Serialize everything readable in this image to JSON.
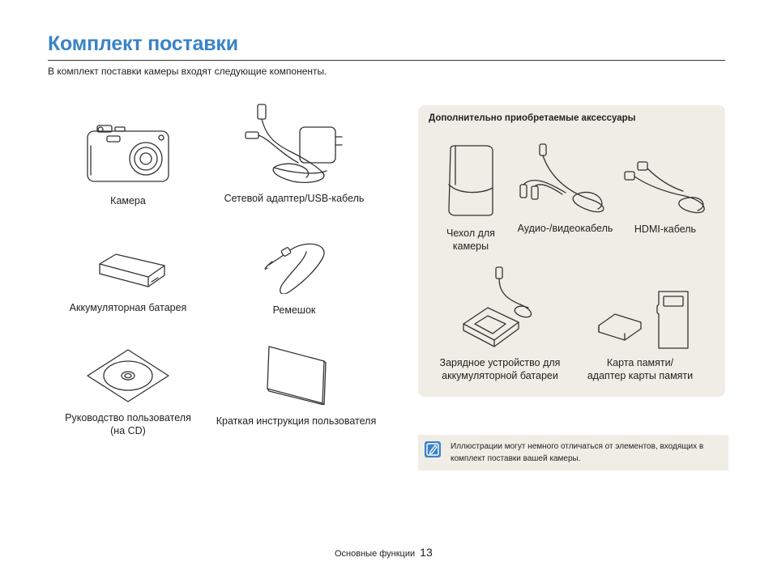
{
  "page": {
    "title": "Комплект поставки",
    "intro": "В комплект поставки камеры входят следующие компоненты."
  },
  "items": [
    {
      "label": "Камера",
      "icon": "camera-icon"
    },
    {
      "label": "Сетевой адаптер/USB-кабель",
      "icon": "adapter-cable-icon"
    },
    {
      "label": "Аккумуляторная батарея",
      "icon": "battery-icon"
    },
    {
      "label": "Ремешок",
      "icon": "strap-icon"
    },
    {
      "label_line1": "Руководство пользователя",
      "label_line2": "(на CD)",
      "icon": "cd-icon"
    },
    {
      "label": "Краткая инструкция пользователя",
      "icon": "booklet-icon"
    }
  ],
  "accessories": {
    "title": "Дополнительно приобретаемые аксессуары",
    "items": [
      {
        "label_line1": "Чехол для",
        "label_line2": "камеры",
        "icon": "case-icon"
      },
      {
        "label": "Аудио-/видеокабель",
        "icon": "av-cable-icon"
      },
      {
        "label": "HDMI-кабель",
        "icon": "hdmi-cable-icon"
      },
      {
        "label_line1": "Зарядное устройство для",
        "label_line2": "аккумуляторной батареи",
        "icon": "charger-icon"
      },
      {
        "label_line1": "Карта памяти/",
        "label_line2": "адаптер карты памяти",
        "icon": "memory-card-icon"
      }
    ]
  },
  "note": {
    "icon": "pencil-note-icon",
    "text": "Иллюстрации могут немного отличаться от элементов, входящих в комплект поставки вашей камеры.",
    "accent_color": "#3a83c7"
  },
  "footer": {
    "section": "Основные функции",
    "page_number": "13"
  },
  "colors": {
    "title": "#3a83c7",
    "panel_bg": "#f0ede6"
  }
}
